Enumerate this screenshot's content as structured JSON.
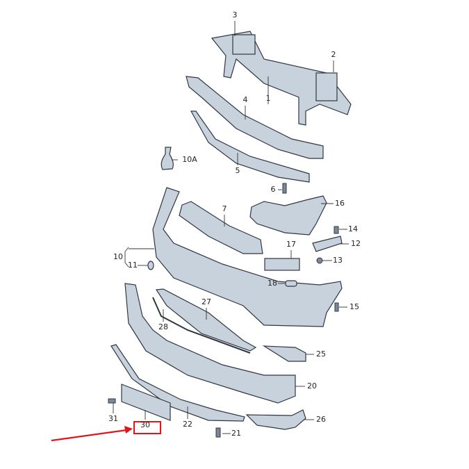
{
  "diagram": {
    "callouts": [
      "1",
      "2",
      "3",
      "4",
      "5",
      "6",
      "7",
      "10",
      "10A",
      "11",
      "12",
      "13",
      "14",
      "15",
      "16",
      "17",
      "18",
      "20",
      "21",
      "22",
      "25",
      "26",
      "27",
      "28",
      "30",
      "31"
    ],
    "highlighted_callout": "30",
    "highlight_color": "#e2141b",
    "part_fill": "#c8d2dd",
    "outline_color": "#2f3642"
  }
}
